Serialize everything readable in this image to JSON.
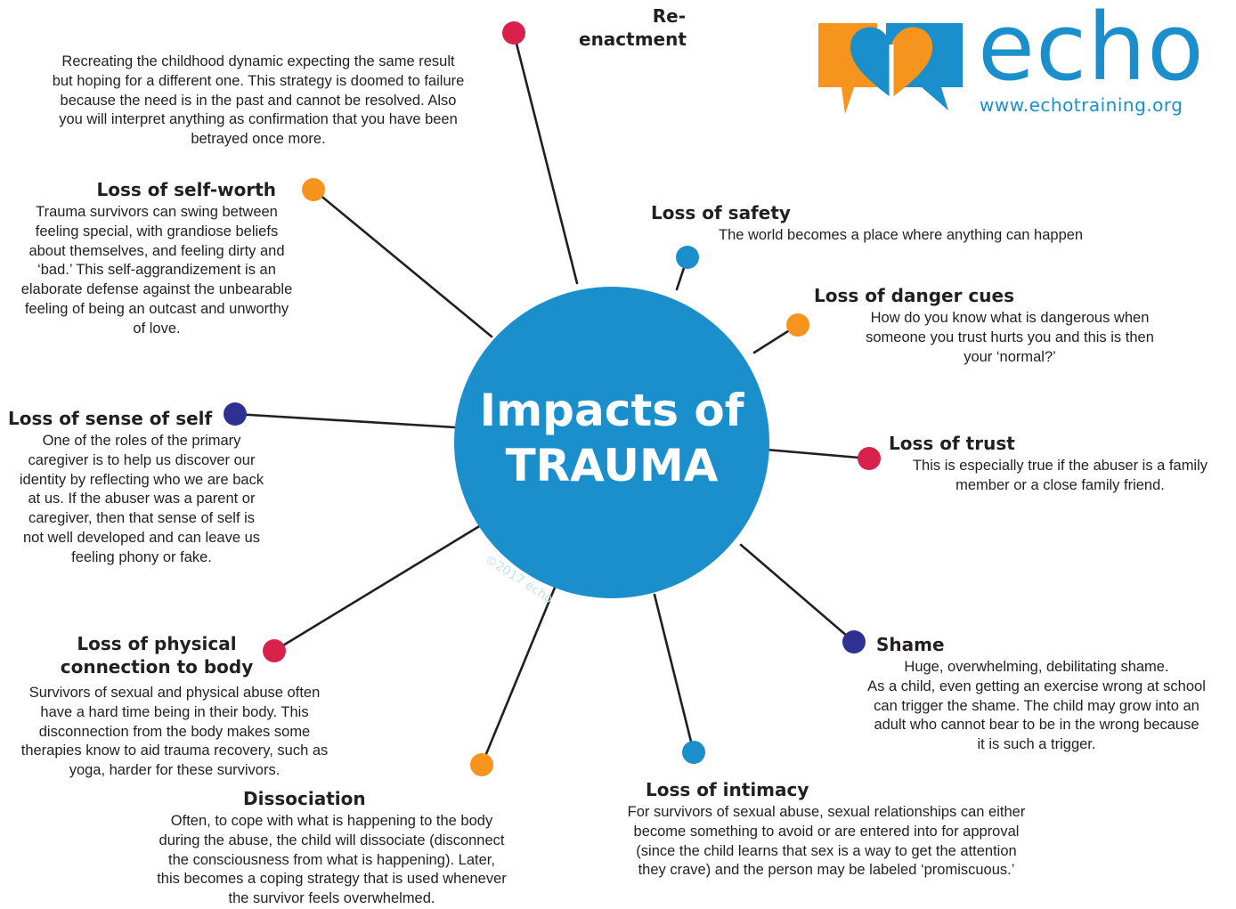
{
  "center": {
    "line1": "Impacts of",
    "line2": "TRAUMA",
    "copyright": "©2017 echo"
  },
  "logo": {
    "word": "echo",
    "url": "www.echotraining.org",
    "orange": "#f7941d",
    "blue": "#1b8fcb"
  },
  "colors": {
    "center": "#1b8fcb",
    "red": "#d9224b",
    "orange": "#f7941d",
    "blue": "#1b8fcb",
    "navy": "#2e3092"
  },
  "nodes": {
    "reenactment": {
      "title": "Re-enactment",
      "color": "red",
      "lines": [
        "Recreating the childhood dynamic expecting the same result",
        "but hoping for a different one. This strategy is doomed to failure",
        "because the need is in the past and cannot be resolved. Also",
        "you will interpret anything as confirmation that you have been",
        "betrayed once more."
      ]
    },
    "self_worth": {
      "title": "Loss of self-worth",
      "color": "orange",
      "lines": [
        "Trauma survivors can swing between",
        "feeling special, with grandiose beliefs",
        "about themselves, and feeling dirty and",
        "‘bad.’ This self-aggrandizement is an",
        "elaborate defense against the unbearable",
        "feeling of being an outcast and unworthy",
        "of love."
      ]
    },
    "sense_of_self": {
      "title": "Loss of sense of self",
      "color": "navy",
      "lines": [
        "One of the roles of the primary",
        "caregiver is to help us discover our",
        "identity by reflecting who we are back",
        "at us. If the abuser was a parent or",
        "caregiver, then that sense of self is",
        "not well developed and can leave us",
        "feeling phony or fake."
      ]
    },
    "physical": {
      "title_line1": "Loss of physical",
      "title_line2": "connection to body",
      "color": "red",
      "lines": [
        "Survivors of sexual and physical abuse often",
        "have a hard time being in their body.  This",
        "disconnection from the body makes some",
        "therapies know to aid trauma recovery, such as",
        "yoga, harder for these survivors."
      ]
    },
    "dissociation": {
      "title": "Dissociation",
      "color": "orange",
      "lines": [
        "Often, to cope with what is happening to the body",
        "during the abuse, the child will dissociate (disconnect",
        "the consciousness from what is happening). Later,",
        "this becomes a coping strategy that is used whenever",
        "the survivor feels overwhelmed."
      ]
    },
    "intimacy": {
      "title": "Loss of intimacy",
      "color": "blue",
      "lines": [
        "For survivors of sexual abuse, sexual relationships can either",
        "become something to avoid or are entered into for approval",
        "(since the child learns that sex is a way to get the attention",
        "they crave) and the person may be labeled ‘promiscuous.’"
      ]
    },
    "shame": {
      "title": "Shame",
      "color": "navy",
      "lines": [
        "Huge, overwhelming, debilitating shame.",
        "As a child, even getting an exercise wrong at school",
        "can trigger the shame. The child may grow into an",
        "adult who cannot bear to be in the wrong because",
        "it is such a trigger."
      ]
    },
    "trust": {
      "title": "Loss of trust",
      "color": "red",
      "lines": [
        "This is especially true if the abuser is a family",
        "member or a close family friend."
      ]
    },
    "danger": {
      "title": "Loss of danger cues",
      "color": "orange",
      "lines": [
        "How do you know what is dangerous when",
        "someone you trust hurts you and this is then",
        "your ‘normal?’"
      ]
    },
    "safety": {
      "title": "Loss of safety",
      "color": "blue",
      "lines": [
        "The world becomes a place where anything can happen"
      ]
    }
  }
}
